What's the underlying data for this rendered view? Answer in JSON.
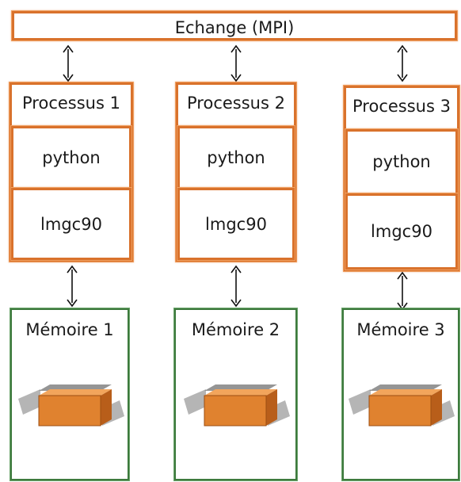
{
  "exchange": {
    "label": "Echange (MPI)"
  },
  "processes": [
    {
      "title": "Processus 1",
      "lang": "python",
      "lib": "lmgc90"
    },
    {
      "title": "Processus 2",
      "lang": "python",
      "lib": "lmgc90"
    },
    {
      "title": "Processus 3",
      "lang": "python",
      "lib": "lmgc90"
    }
  ],
  "memories": [
    {
      "title": "Mémoire 1"
    },
    {
      "title": "Mémoire 2"
    },
    {
      "title": "Mémoire 3"
    }
  ],
  "colors": {
    "process_border": "#d9722c",
    "memory_border": "#3d7a3d",
    "block_fill": "#e0822f"
  },
  "icons": {
    "arrows": "double-headed-arrow-icon",
    "memory_block": "memory-block-icon"
  }
}
